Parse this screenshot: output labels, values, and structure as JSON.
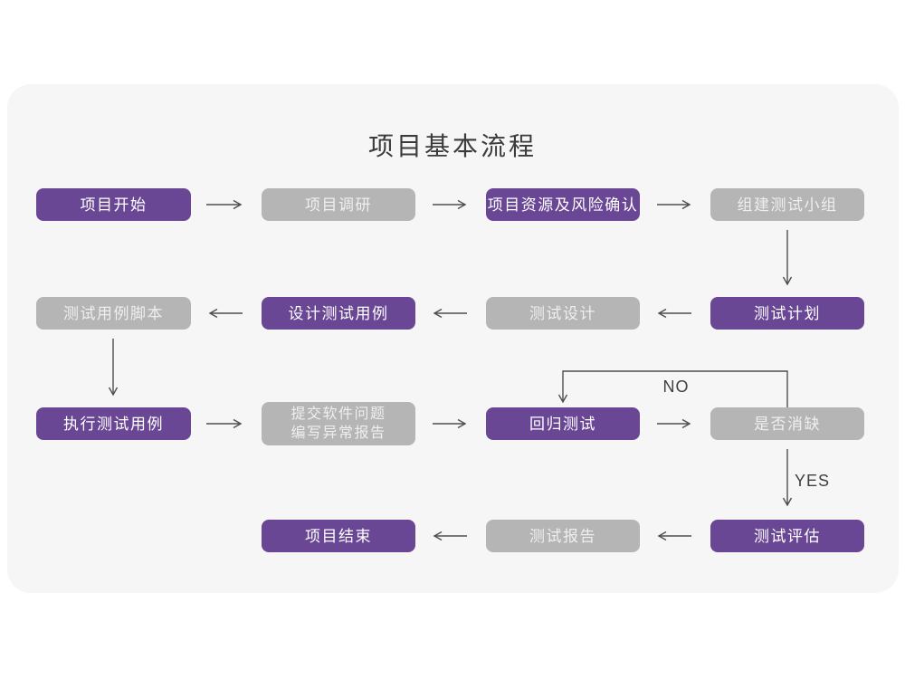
{
  "title": "项目基本流程",
  "edge_labels": {
    "no": "NO",
    "yes": "YES"
  },
  "colors": {
    "purple": "#6A4795",
    "gray": "#B5B5B5",
    "card": "#F6F6F6",
    "page": "#FFFFFF",
    "arrow": "#4E4E4E",
    "title-text": "#3B3B3B",
    "label": "#3F3F3F",
    "node-text-purple": "#FFFFFF",
    "node-text-gray": "#EFEFEF"
  },
  "nodes": [
    {
      "id": "project-start",
      "label": "项目开始",
      "variant": "purple"
    },
    {
      "id": "project-research",
      "label": "项目调研",
      "variant": "gray"
    },
    {
      "id": "resources-risk-confirm",
      "label": "项目资源及风险确认",
      "variant": "purple"
    },
    {
      "id": "form-test-team",
      "label": "组建测试小组",
      "variant": "gray"
    },
    {
      "id": "test-case-script",
      "label": "测试用例脚本",
      "variant": "gray"
    },
    {
      "id": "design-test-case",
      "label": "设计测试用例",
      "variant": "purple"
    },
    {
      "id": "test-design",
      "label": "测试设计",
      "variant": "gray"
    },
    {
      "id": "test-plan",
      "label": "测试计划",
      "variant": "purple"
    },
    {
      "id": "execute-test-case",
      "label": "执行测试用例",
      "variant": "purple"
    },
    {
      "id": "submit-issue-report",
      "label": "提交软件问题\n编写异常报告",
      "variant": "gray"
    },
    {
      "id": "regression-test",
      "label": "回归测试",
      "variant": "purple"
    },
    {
      "id": "defect-resolved",
      "label": "是否消缺",
      "variant": "gray"
    },
    {
      "id": "test-evaluation",
      "label": "测试评估",
      "variant": "purple"
    },
    {
      "id": "test-report",
      "label": "测试报告",
      "variant": "gray"
    },
    {
      "id": "project-end",
      "label": "项目结束",
      "variant": "purple"
    }
  ]
}
